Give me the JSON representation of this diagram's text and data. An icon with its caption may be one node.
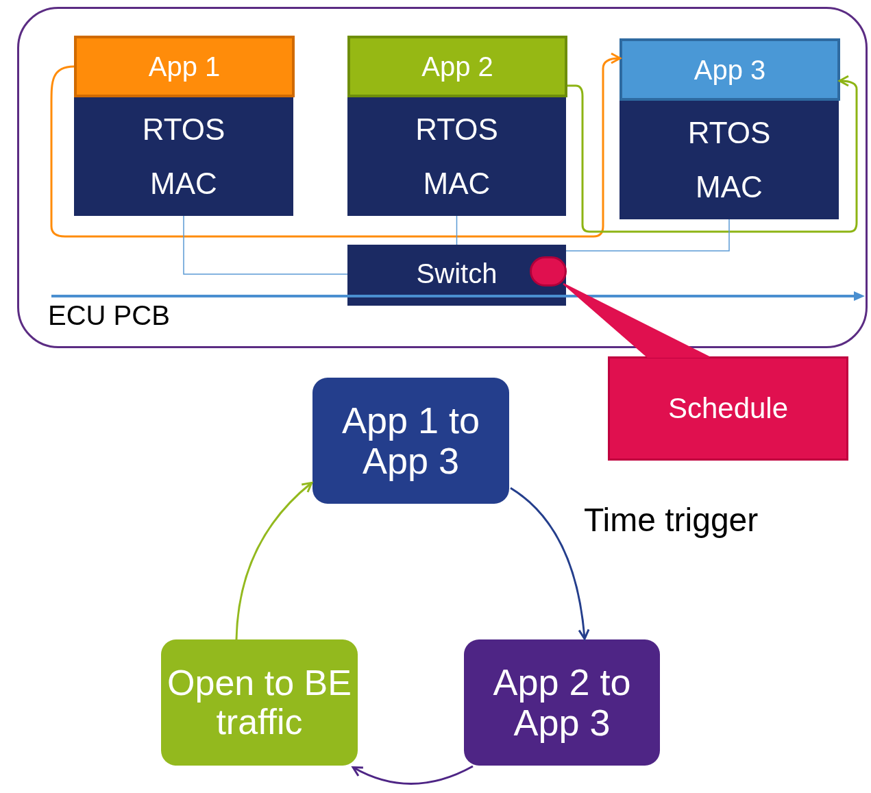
{
  "diagram": {
    "nodes": [
      {
        "text": [
          "ECU PCB"
        ]
      },
      {
        "text": [
          "App 1"
        ],
        "in": 0
      },
      {
        "text": [
          "RTOS",
          "MAC"
        ],
        "in": 0
      },
      {
        "text": [
          "App 2"
        ],
        "in": 0
      },
      {
        "text": [
          "RTOS",
          "MAC"
        ],
        "in": 0
      },
      {
        "text": [
          "App 3"
        ],
        "in": 0
      },
      {
        "text": [
          "RTOS",
          "MAC"
        ],
        "in": 0
      },
      {
        "text": [
          "Switch"
        ],
        "in": 0
      },
      {
        "text": [],
        "shape": "circle",
        "in": 7
      },
      {
        "text": [
          "Schedule"
        ]
      },
      {
        "text": [
          "App 1 to App 3"
        ]
      },
      {
        "text": [
          "App 2 to App 3"
        ]
      },
      {
        "text": [
          "Open to BE traffic"
        ]
      }
    ],
    "edges": [
      {
        "from": 1,
        "to": 5,
        "arrow": "to",
        "color": "#ff8c0a"
      },
      {
        "from": 3,
        "to": 5,
        "arrow": "to",
        "color": "#8db414"
      },
      {
        "from": 2,
        "to": 7,
        "arrow": "none",
        "color": "#5b9bd5"
      },
      {
        "from": 4,
        "to": 7,
        "arrow": "none",
        "color": "#5b9bd5"
      },
      {
        "from": 6,
        "to": 7,
        "arrow": "none",
        "color": "#5b9bd5"
      },
      {
        "from": 9,
        "to": 8,
        "arrow": "none",
        "style": "thick",
        "color": "#e0104f"
      },
      {
        "from": 10,
        "to": 11,
        "arrow": "to",
        "label": "Time trigger",
        "color": "#243e8c"
      },
      {
        "from": 11,
        "to": 12,
        "arrow": "to",
        "color": "#4e2585"
      },
      {
        "from": 12,
        "to": 10,
        "arrow": "to",
        "color": "#93b91e"
      }
    ]
  }
}
